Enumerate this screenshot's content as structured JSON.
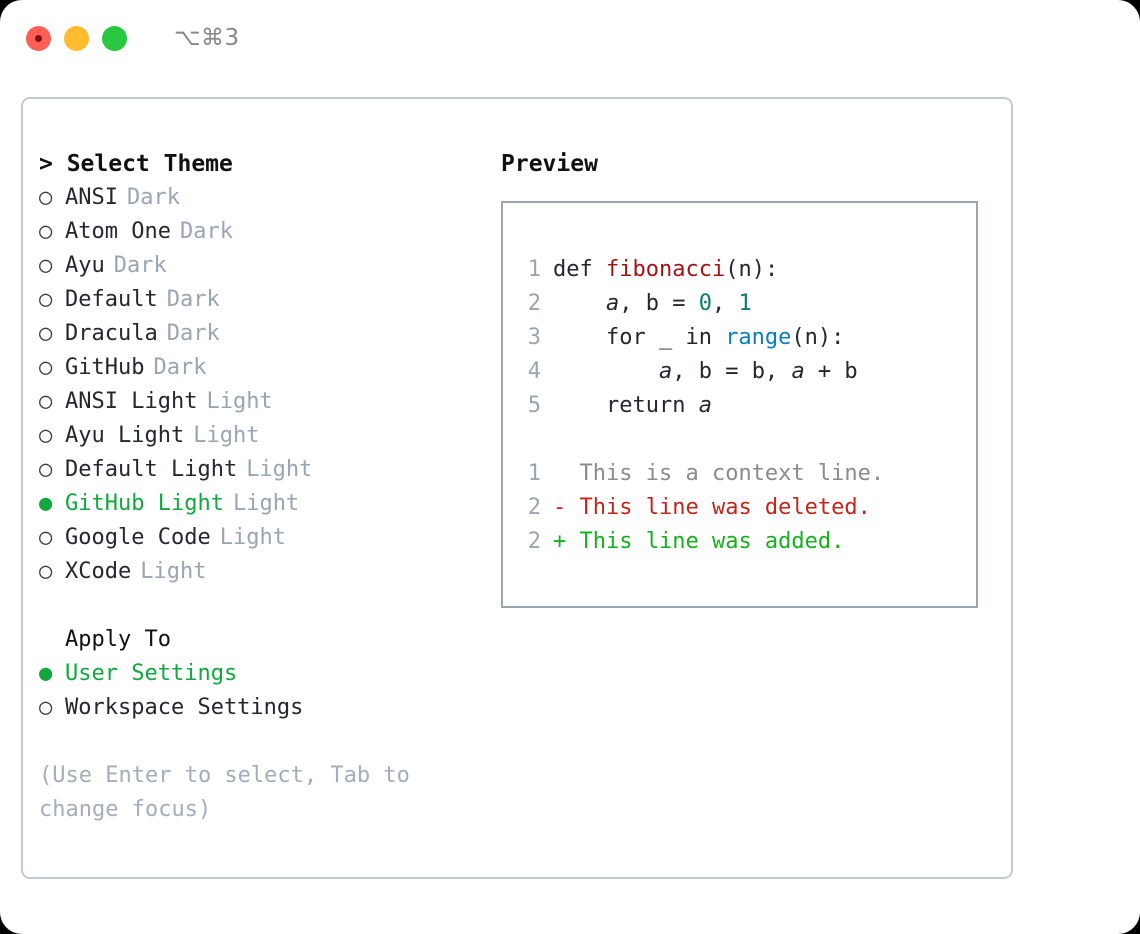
{
  "titlebar": {
    "shortcut": "⌥⌘3",
    "buttons": [
      {
        "name": "close",
        "color": "#ff5f57"
      },
      {
        "name": "minimize",
        "color": "#febc2e"
      },
      {
        "name": "maximize",
        "color": "#28c840"
      }
    ]
  },
  "theme_list": {
    "heading": "> Select Theme",
    "marker_on": "●",
    "marker_off": "○",
    "items": [
      {
        "label": "ANSI",
        "tag": "Dark",
        "selected": false
      },
      {
        "label": "Atom One",
        "tag": "Dark",
        "selected": false
      },
      {
        "label": "Ayu",
        "tag": "Dark",
        "selected": false
      },
      {
        "label": "Default",
        "tag": "Dark",
        "selected": false
      },
      {
        "label": "Dracula",
        "tag": "Dark",
        "selected": false
      },
      {
        "label": "GitHub",
        "tag": "Dark",
        "selected": false
      },
      {
        "label": "ANSI Light",
        "tag": "Light",
        "selected": false
      },
      {
        "label": "Ayu Light",
        "tag": "Light",
        "selected": false
      },
      {
        "label": "Default Light",
        "tag": "Light",
        "selected": false
      },
      {
        "label": "GitHub Light",
        "tag": "Light",
        "selected": true
      },
      {
        "label": "Google Code",
        "tag": "Light",
        "selected": false
      },
      {
        "label": "XCode",
        "tag": "Light",
        "selected": false
      }
    ]
  },
  "apply_to": {
    "heading": "Apply To",
    "options": [
      {
        "label": "User Settings",
        "selected": true
      },
      {
        "label": "Workspace Settings",
        "selected": false
      }
    ]
  },
  "hint": "(Use Enter to select, Tab to change focus)",
  "preview": {
    "heading": "Preview",
    "code": [
      {
        "no": "1",
        "segments": [
          {
            "text": "def ",
            "kind": "plain"
          },
          {
            "text": "fibonacci",
            "kind": "fn"
          },
          {
            "text": "(n):",
            "kind": "plain"
          }
        ]
      },
      {
        "no": "2",
        "segments": [
          {
            "text": "    ",
            "kind": "plain"
          },
          {
            "text": "a",
            "kind": "var"
          },
          {
            "text": ", b = ",
            "kind": "plain"
          },
          {
            "text": "0",
            "kind": "num"
          },
          {
            "text": ", ",
            "kind": "plain"
          },
          {
            "text": "1",
            "kind": "num"
          }
        ]
      },
      {
        "no": "3",
        "segments": [
          {
            "text": "    for _ in ",
            "kind": "plain"
          },
          {
            "text": "range",
            "kind": "call"
          },
          {
            "text": "(n):",
            "kind": "plain"
          }
        ]
      },
      {
        "no": "4",
        "segments": [
          {
            "text": "        ",
            "kind": "plain"
          },
          {
            "text": "a",
            "kind": "var"
          },
          {
            "text": ", b = b, ",
            "kind": "plain"
          },
          {
            "text": "a",
            "kind": "var"
          },
          {
            "text": " + b",
            "kind": "plain"
          }
        ]
      },
      {
        "no": "5",
        "segments": [
          {
            "text": "    return ",
            "kind": "plain"
          },
          {
            "text": "a",
            "kind": "var"
          }
        ]
      }
    ],
    "diff": [
      {
        "no": "1",
        "sign": "  ",
        "text": "This is a context line.",
        "kind": "context"
      },
      {
        "no": "2",
        "sign": "- ",
        "text": "This line was deleted.",
        "kind": "deleted"
      },
      {
        "no": "2",
        "sign": "+ ",
        "text": "This line was added.",
        "kind": "added"
      }
    ]
  },
  "colors": {
    "selected_green": "#12a83f",
    "tag_gray": "#9aa5b4",
    "hint_gray": "#a3adbb",
    "panel_border": "#c2cad4",
    "preview_border": "#9aa5b4",
    "fn_red": "#a31515",
    "num_teal": "#0c7b6e",
    "call_blue": "#0b7dbf",
    "diff_context": "#8b8b8b",
    "diff_deleted": "#c0271b",
    "diff_added": "#16b01f"
  }
}
